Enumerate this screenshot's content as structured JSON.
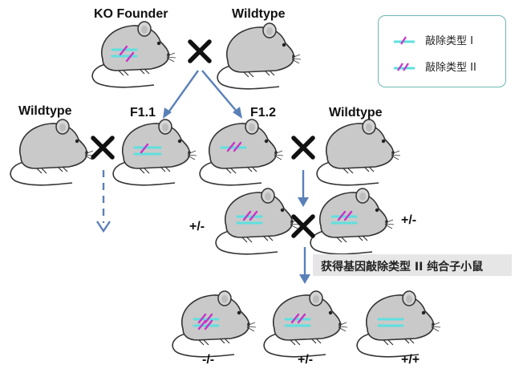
{
  "top": {
    "left_parent": "KO Founder",
    "right_parent": "Wildtype"
  },
  "f1": {
    "left_offspring": "F1.1",
    "right_offspring": "F1.2",
    "left_mate": "Wildtype",
    "right_mate": "Wildtype"
  },
  "f2": {
    "left_genotype": "+/-",
    "right_genotype": "+/-"
  },
  "result_banner": "获得基因敲除类型 II 纯合子小鼠",
  "f3": {
    "genotype_1": "-/-",
    "genotype_2": "+/-",
    "genotype_3": "+/+"
  },
  "legend": {
    "items": [
      {
        "label": "敲除类型 I",
        "colors": [
          "#5ee0de",
          "#c832c8"
        ]
      },
      {
        "label": "敲除类型 II",
        "colors": [
          "#5ee0de",
          "#c832c8"
        ]
      }
    ]
  },
  "colors": {
    "arrow": "#5a80b8",
    "chromosome": "#5ee0de",
    "knockout": "#c832c8",
    "mouse_fill": "#c9c9c9",
    "mouse_stroke": "#333333"
  }
}
